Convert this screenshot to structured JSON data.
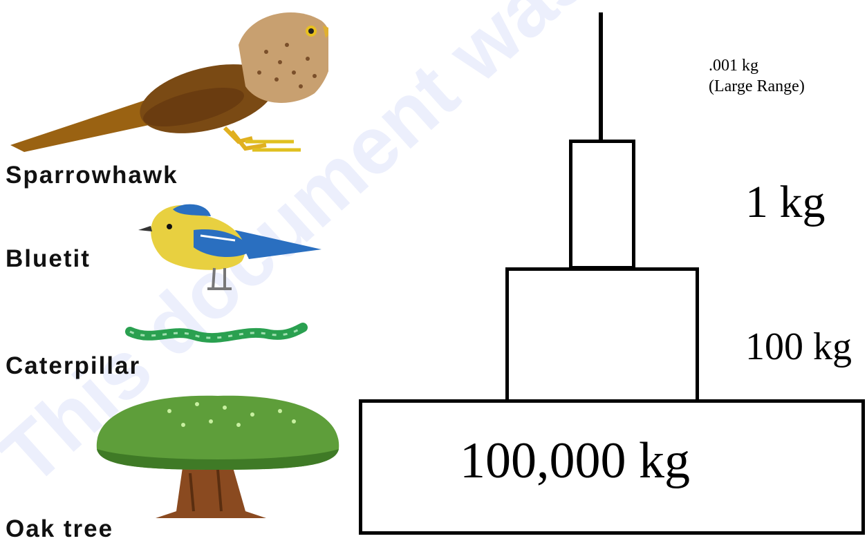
{
  "watermark": "This document was created using smart PDF Creator",
  "organisms": [
    {
      "name": "Sparrowhawk"
    },
    {
      "name": "Bluetit"
    },
    {
      "name": "Caterpillar"
    },
    {
      "name": "Oak tree"
    }
  ],
  "pyramid": {
    "top_value": ".001 kg",
    "top_note": "(Large Range)",
    "tier2": "1 kg",
    "tier3": "100 kg",
    "base": "100,000 kg"
  },
  "colors": {
    "hawk_body": "#8b5a1c",
    "hawk_head": "#c8a070",
    "bluetit_blue": "#2a6fc0",
    "bluetit_yellow": "#e8d040",
    "caterpillar": "#2aa050",
    "tree_canopy": "#5e9e3a",
    "tree_trunk": "#8a4a20"
  }
}
